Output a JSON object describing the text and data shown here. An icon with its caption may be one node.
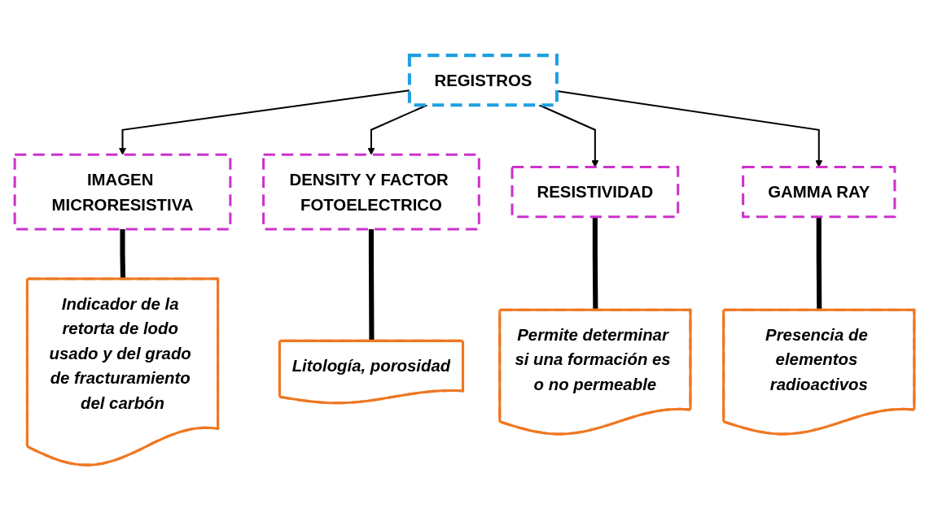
{
  "diagram": {
    "nodes": [
      {
        "text": [
          "REGISTROS"
        ]
      },
      {
        "text": [
          "IMAGEN MICRORESISTIVA"
        ]
      },
      {
        "text": [
          "DENSITY Y FACTOR FOTOELECTRICO"
        ]
      },
      {
        "text": [
          "RESISTIVIDAD"
        ]
      },
      {
        "text": [
          "GAMMA RAY"
        ]
      },
      {
        "text": [
          "Indicador de la retorta de lodo usado y del grado de fracturamiento del carbón"
        ]
      },
      {
        "text": [
          "Litología, porosidad"
        ]
      },
      {
        "text": [
          "Permite determinar si una formación es o no permeable"
        ]
      },
      {
        "text": [
          "Presencia de elementos radioactivos"
        ]
      }
    ],
    "edges": [
      {
        "from": 0,
        "to": 1,
        "arrow": "to"
      },
      {
        "from": 0,
        "to": 2,
        "arrow": "to"
      },
      {
        "from": 0,
        "to": 3,
        "arrow": "to"
      },
      {
        "from": 0,
        "to": 4,
        "arrow": "to"
      },
      {
        "from": 1,
        "to": 5,
        "arrow": "none",
        "style": "thick"
      },
      {
        "from": 2,
        "to": 6,
        "arrow": "none",
        "style": "thick"
      },
      {
        "from": 3,
        "to": 7,
        "arrow": "none",
        "style": "thick"
      },
      {
        "from": 4,
        "to": 8,
        "arrow": "none",
        "style": "thick"
      }
    ]
  }
}
